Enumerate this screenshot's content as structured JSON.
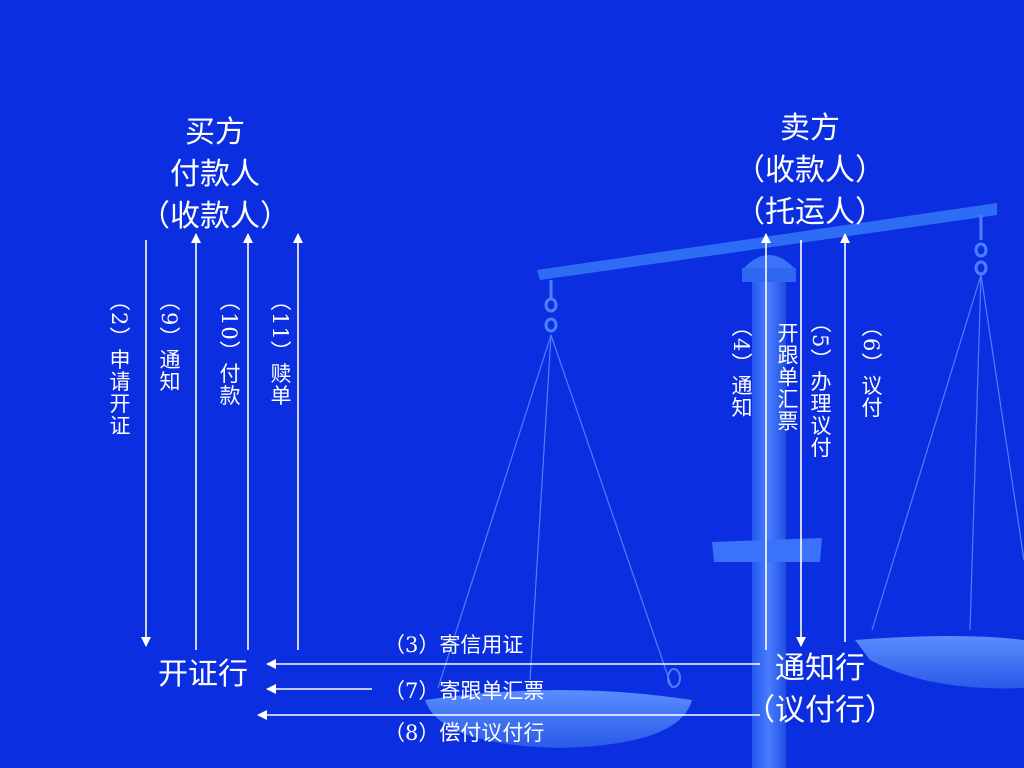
{
  "buyer": {
    "line1": "买方",
    "line2": "付款人",
    "line3": "（收款人）"
  },
  "seller": {
    "line1": "卖方",
    "line2": "（收款人）",
    "line3": "（托运人）"
  },
  "issuing_bank": "开证行",
  "advising_bank": {
    "line1": "通知行",
    "line2": "（议付行）"
  },
  "steps": {
    "s2": "（2）申请开证",
    "s3": "（3）寄信用证",
    "s4": "（4）通知",
    "s5a": "开跟单汇票",
    "s5b": "（5）办理议付",
    "s6": "（6）议付",
    "s7": "（7）寄跟单汇票",
    "s8": "（8）偿付议付行",
    "s9": "（9）通知",
    "s10": "（10）付款",
    "s11": "（11）赎单"
  },
  "colors": {
    "background": "#0b2fe0",
    "arrow": "#ffffff",
    "scale": "#2f6cf5",
    "scale_light": "#5a8dff"
  }
}
